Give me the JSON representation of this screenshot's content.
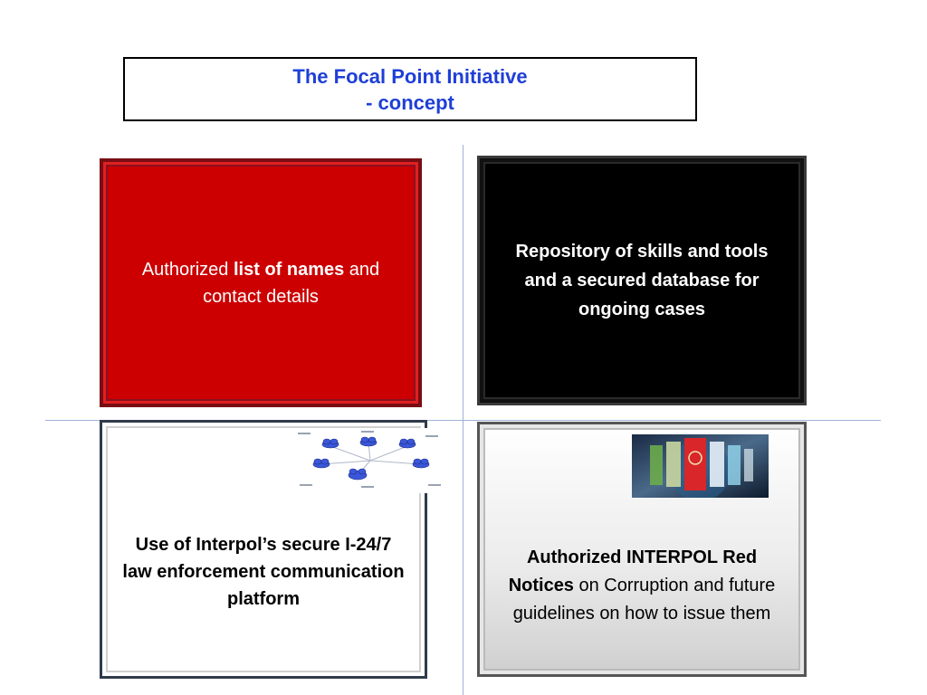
{
  "title": {
    "line1": "The Focal Point Initiative",
    "line2": "- concept"
  },
  "panels": {
    "top_left": {
      "pre": "Authorized ",
      "bold": "list of names",
      "post": " and contact details",
      "background": "#cc0000"
    },
    "top_right": {
      "text": "Repository of skills and tools and a secured database for ongoing cases",
      "background": "#000000"
    },
    "bottom_left": {
      "text": "Use of Interpol’s secure I-24/7 law enforcement communication platform",
      "image_icon": "network-diagram"
    },
    "bottom_right": {
      "bold": "Authorized INTERPOL Red Notices",
      "post": " on Corruption and future guidelines on how to issue them",
      "image_icon": "interpol-notices-image"
    }
  },
  "colors": {
    "title_text": "#1f3fd6",
    "divider": "#9db3d6"
  }
}
